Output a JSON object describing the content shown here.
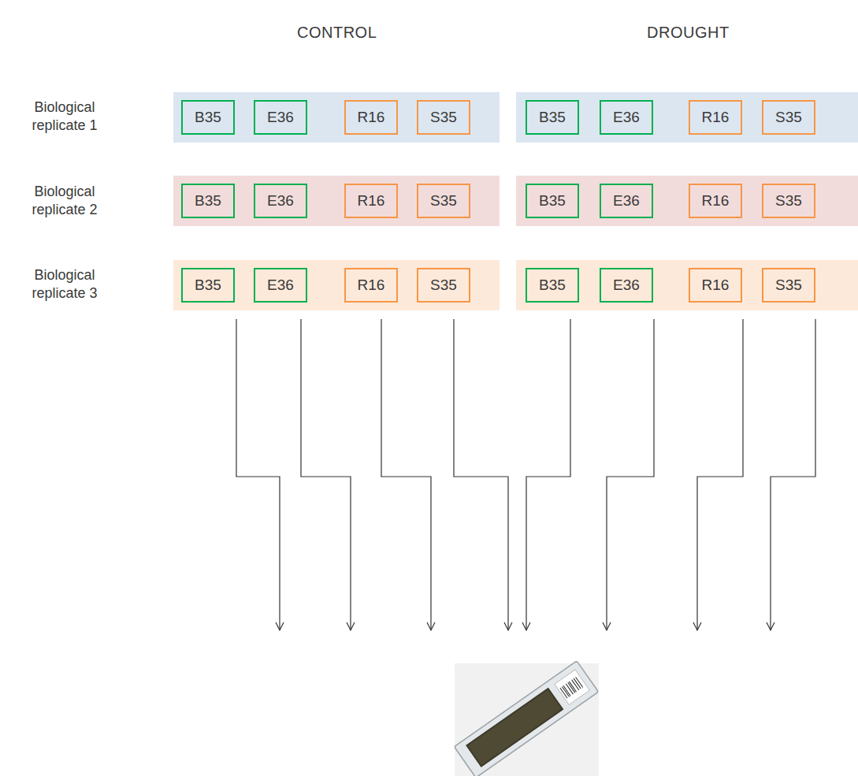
{
  "diagram": {
    "nodes": [
      {
        "text": [
          "B35"
        ]
      },
      {
        "text": [
          "E36"
        ]
      },
      {
        "text": [
          "R16"
        ]
      },
      {
        "text": [
          "S35"
        ]
      },
      {
        "text": [
          "B35"
        ]
      },
      {
        "text": [
          "E36"
        ]
      },
      {
        "text": [
          "R16"
        ]
      },
      {
        "text": [
          "S35"
        ]
      },
      {
        "text": [
          "B35"
        ]
      },
      {
        "text": [
          "E36"
        ]
      },
      {
        "text": [
          "R16"
        ]
      },
      {
        "text": [
          "S35"
        ]
      },
      {
        "text": [
          "B35"
        ]
      },
      {
        "text": [
          "E36"
        ]
      },
      {
        "text": [
          "R16"
        ]
      },
      {
        "text": [
          "S35"
        ]
      },
      {
        "text": [
          "B35"
        ]
      },
      {
        "text": [
          "E36"
        ]
      },
      {
        "text": [
          "R16"
        ]
      },
      {
        "text": [
          "S35"
        ]
      },
      {
        "text": [
          "B35"
        ]
      },
      {
        "text": [
          "E36"
        ]
      },
      {
        "text": [
          "R16"
        ]
      },
      {
        "text": [
          "S35"
        ]
      }
    ],
    "labels": [
      "CONTROL",
      "DROUGHT",
      "Biological replicate 1",
      "Biological replicate 2",
      "Biological replicate 3"
    ]
  }
}
